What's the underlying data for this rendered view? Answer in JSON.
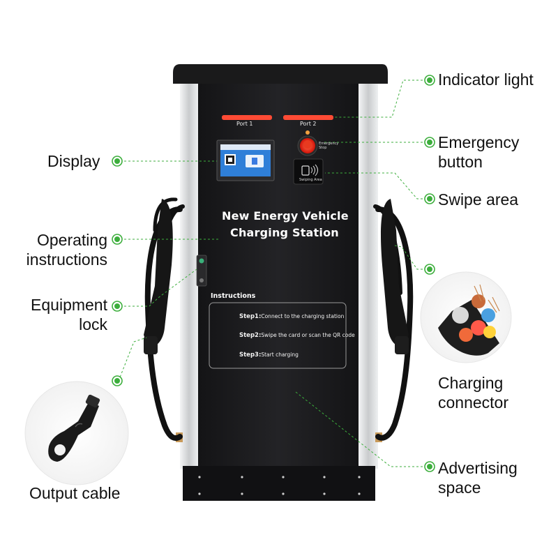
{
  "station": {
    "port1": "Port 1",
    "port2": "Port 2",
    "title_line1": "New Energy Vehicle",
    "title_line2": "Charging Station",
    "emergency_stop_text": "Emergency Stop",
    "swipe_text": "Swiping Area",
    "instructions_heading": "Instructions",
    "steps": [
      {
        "label": "Step1:",
        "text": "Connect to the charging station"
      },
      {
        "label": "Step2:",
        "text": "Swipe the card or scan the QR code"
      },
      {
        "label": "Step3:",
        "text": "Start charging"
      }
    ]
  },
  "callouts": {
    "indicator_light": "Indicator light",
    "emergency_button_1": "Emergency",
    "emergency_button_2": "button",
    "swipe_area": "Swipe area",
    "display": "Display",
    "operating_instructions_1": "Operating",
    "operating_instructions_2": "instructions",
    "equipment_lock_1": "Equipment",
    "equipment_lock_2": "lock",
    "charging_connector_1": "Charging",
    "charging_connector_2": "connector",
    "advertising_space_1": "Advertising",
    "advertising_space_2": "space",
    "output_cable": "Output cable"
  },
  "colors": {
    "callout_dot": "#3cae3c",
    "leader_line": "#3cae3c",
    "indicator_red": "#ff2a1a",
    "cabinet": "#1c1c1e",
    "frame_silver": "#d8dadc"
  },
  "icons": [
    "charging-station",
    "indicator-light",
    "emergency-stop-button",
    "rfid-swipe-pad",
    "touch-display",
    "charging-gun",
    "power-cable",
    "door-lock"
  ]
}
